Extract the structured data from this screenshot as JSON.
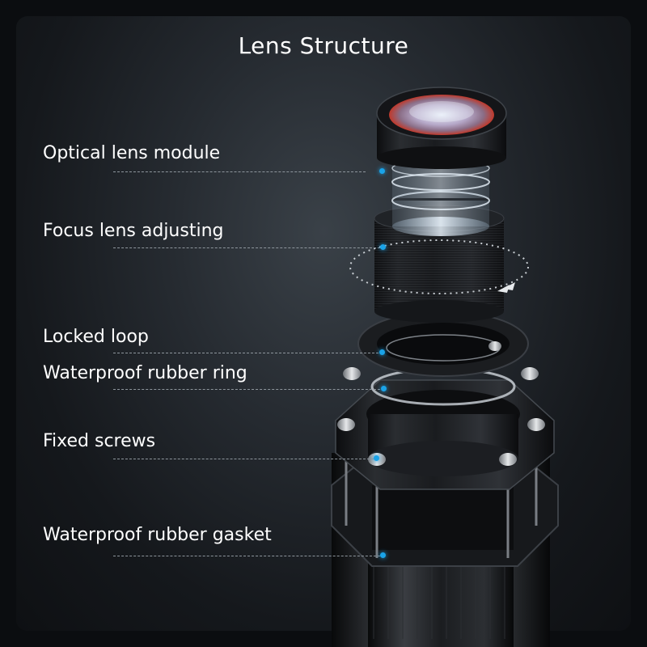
{
  "title": "Lens Structure",
  "accent_color": "#1aa3e8",
  "background_color": "#1c2025",
  "labels": [
    "Optical lens module",
    "Focus lens adjusting",
    "Locked loop",
    "Waterproof rubber ring",
    "Fixed screws",
    "Waterproof rubber gasket"
  ],
  "icons": [
    "exploded-lens-assembly-illustration",
    "rotation-arrow-icon"
  ]
}
